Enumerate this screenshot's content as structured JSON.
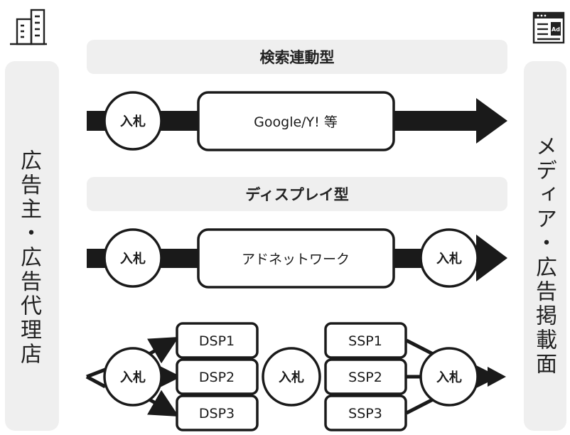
{
  "left_panel": {
    "label": "広告主・広告代理店",
    "icon": "office-building-icon"
  },
  "right_panel": {
    "label": "メディア・広告掲載面",
    "icon": "ad-page-icon",
    "icon_text": "Ad"
  },
  "sections": {
    "search": {
      "title": "検索連動型",
      "bid": "入札",
      "box": "Google/Y! 等"
    },
    "display": {
      "title": "ディスプレイ型",
      "bid_left": "入札",
      "box": "アドネットワーク",
      "bid_right": "入札"
    }
  },
  "rtb": {
    "bid_left": "入札",
    "dsp": [
      "DSP1",
      "DSP2",
      "DSP3"
    ],
    "bid_middle": "入札",
    "ssp": [
      "SSP1",
      "SSP2",
      "SSP3"
    ],
    "bid_right": "入札"
  },
  "colors": {
    "panel": "#efefef",
    "line": "#1a1a1a",
    "background": "#ffffff"
  }
}
